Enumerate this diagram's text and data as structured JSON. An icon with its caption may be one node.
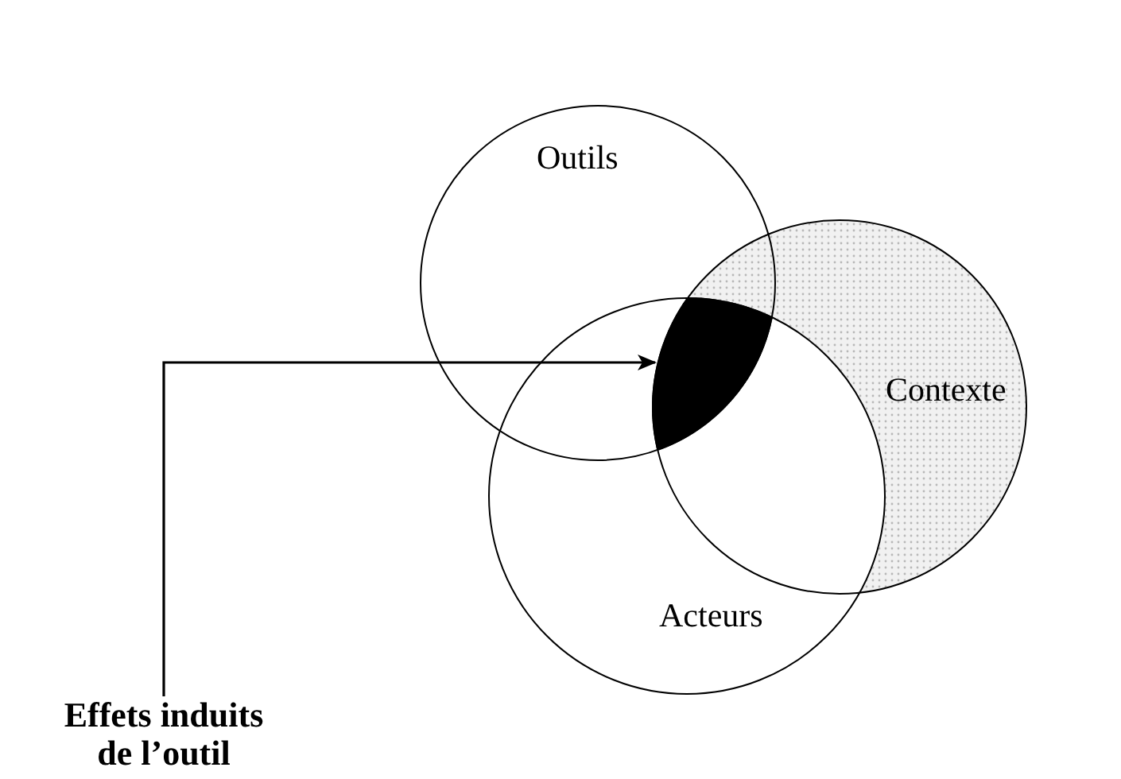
{
  "diagram": {
    "nodes": [
      {
        "text": [
          "Outils"
        ]
      },
      {
        "text": [
          "Contexte"
        ]
      },
      {
        "text": [
          "Acteurs"
        ]
      },
      {
        "text": [
          "Effets induits de l’outil"
        ]
      },
      {
        "text": [],
        "shape": "region"
      }
    ],
    "edges": [
      {
        "from": 3,
        "to": 4,
        "arrow": "to"
      }
    ]
  }
}
